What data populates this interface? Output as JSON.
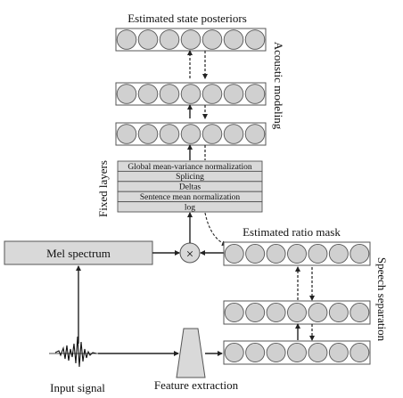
{
  "title": "Estimated state posteriors",
  "acoustic_modeling": "Acoustic modeling",
  "fixed_layers": {
    "label": "Fixed layers",
    "rows": [
      "Global mean-variance normalization",
      "Splicing",
      "Deltas",
      "Sentence mean normalization",
      "log"
    ]
  },
  "mel_spectrum": "Mel spectrum",
  "multiply_symbol": "×",
  "estimated_ratio_mask": "Estimated ratio mask",
  "speech_separation": "Speech separation",
  "input_signal": "Input signal",
  "feature_extraction": "Feature extraction",
  "colors": {
    "box_fill": "#d9d9d9",
    "node_fill": "#d0d0d0",
    "stroke": "#555555",
    "arrow": "#222222"
  }
}
